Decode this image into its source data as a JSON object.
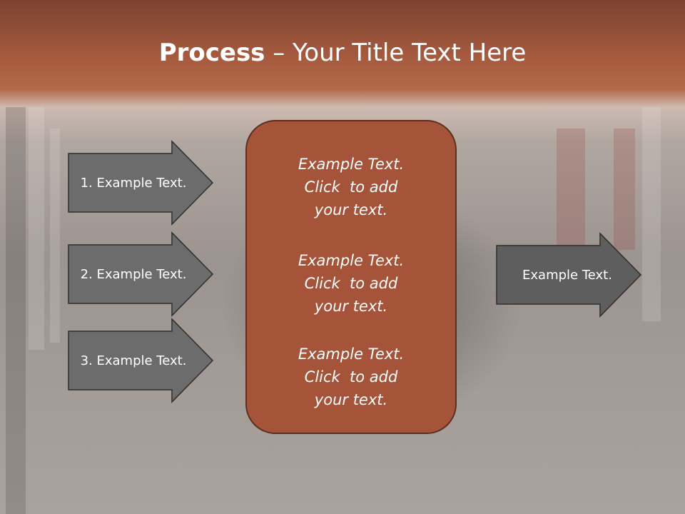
{
  "slide": {
    "title_bold": "Process",
    "title_rest": " – Your Title Text Here",
    "left_arrows": [
      {
        "label": "1. Example Text."
      },
      {
        "label": "2. Example Text."
      },
      {
        "label": "3. Example Text."
      }
    ],
    "center_blocks": [
      {
        "lines": [
          "Example Text.",
          "Click  to add",
          "your text."
        ]
      },
      {
        "lines": [
          "Example Text.",
          "Click  to add",
          "your text."
        ]
      },
      {
        "lines": [
          "Example Text.",
          "Click  to add",
          "your text."
        ]
      }
    ],
    "right_arrow": {
      "label": "Example Text."
    },
    "colors": {
      "arrow_fill": "#6c6c6c",
      "arrow_stroke": "#2e2e2e",
      "center_fill": "#a5543a",
      "title_band": "#a65a3e"
    }
  }
}
